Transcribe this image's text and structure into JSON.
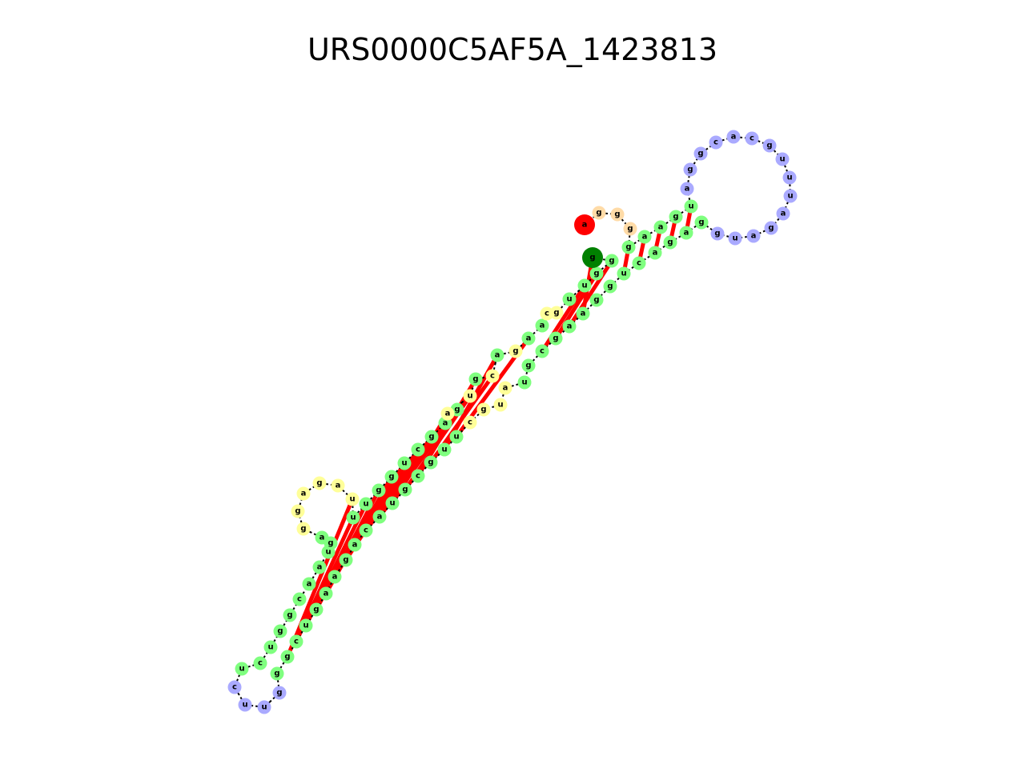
{
  "title": "URS0000C5AF5A_1423813",
  "colors": {
    "stem": "#7fff7f",
    "interior": "#ffff99",
    "hairpin": "#aaaaff",
    "dangling": "#ffdba7",
    "five_prime": "#ff0000",
    "three_prime": "#008000",
    "pair_bond": "#ff0000",
    "backbone": "#000000"
  },
  "sequence": "aggggaaguaggcacguuuagauggagacuggaagcguaugcuugcguacagaagucggguucucuggcaaugaggagauuuggucgagaugcagaacguugggaggugccacagguaugga",
  "pairs": [
    [
      5,
      120
    ],
    [
      6,
      119
    ],
    [
      7,
      118
    ],
    [
      8,
      117
    ],
    [
      9,
      116
    ],
    [
      10,
      112
    ],
    [
      11,
      111
    ],
    [
      12,
      110
    ],
    [
      13,
      109
    ],
    [
      14,
      108
    ],
    [
      16,
      106
    ],
    [
      17,
      105
    ],
    [
      18,
      104
    ],
    [
      19,
      103
    ],
    [
      20,
      102
    ],
    [
      21,
      101
    ],
    [
      22,
      100
    ],
    [
      23,
      99
    ],
    [
      24,
      98
    ],
    [
      25,
      97
    ],
    [
      26,
      96
    ],
    [
      27,
      95
    ],
    [
      28,
      94
    ],
    [
      29,
      93
    ],
    [
      31,
      91
    ],
    [
      32,
      90
    ],
    [
      33,
      89
    ],
    [
      34,
      88
    ],
    [
      35,
      87
    ],
    [
      36,
      86
    ],
    [
      37,
      85
    ],
    [
      38,
      84
    ],
    [
      39,
      83
    ],
    [
      40,
      82
    ],
    [
      41,
      81
    ],
    [
      42,
      78
    ],
    [
      43,
      77
    ],
    [
      44,
      76
    ],
    [
      45,
      75
    ],
    [
      46,
      74
    ],
    [
      47,
      73
    ],
    [
      48,
      72
    ],
    [
      49,
      71
    ],
    [
      50,
      70
    ],
    [
      51,
      69
    ],
    [
      52,
      68
    ],
    [
      55,
      63
    ],
    [
      56,
      62
    ]
  ]
}
